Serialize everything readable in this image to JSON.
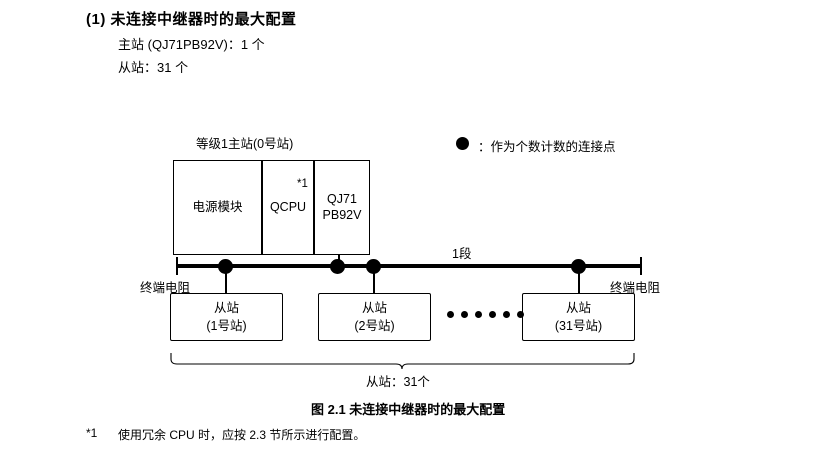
{
  "heading": {
    "title": "(1) 未连接中继器时的最大配置",
    "line1": "主站 (QJ71PB92V)：1 个",
    "line2": "从站：31 个"
  },
  "legend": {
    "icon": "filled-circle-icon",
    "text": "：作为个数计数的连接点"
  },
  "diagram": {
    "master_label": "等级1主站(0号站)",
    "master_modules": [
      {
        "name": "power-module",
        "label": "电源模块"
      },
      {
        "name": "qcpu-module",
        "label": "QCPU"
      },
      {
        "name": "qj71pb92v-module",
        "label": "QJ71\nPB92V"
      }
    ],
    "asterisk_note": "*1",
    "segment_label": "1段",
    "terminator_left": "终端电阻",
    "terminator_right": "终端电阻",
    "slaves": [
      {
        "title": "从站",
        "sub": "(1号站)"
      },
      {
        "title": "从站",
        "sub": "(2号站)"
      },
      {
        "title": "从站",
        "sub": "(31号站)"
      }
    ],
    "ellipsis_count": 6,
    "brace_label": "从站：31个"
  },
  "figure_caption": "图 2.1  未连接中继器时的最大配置",
  "footnote": {
    "mark": "*1",
    "text": "使用冗余 CPU 时，应按 2.3 节所示进行配置。"
  },
  "colors": {
    "ink": "#000000",
    "background": "#ffffff"
  }
}
